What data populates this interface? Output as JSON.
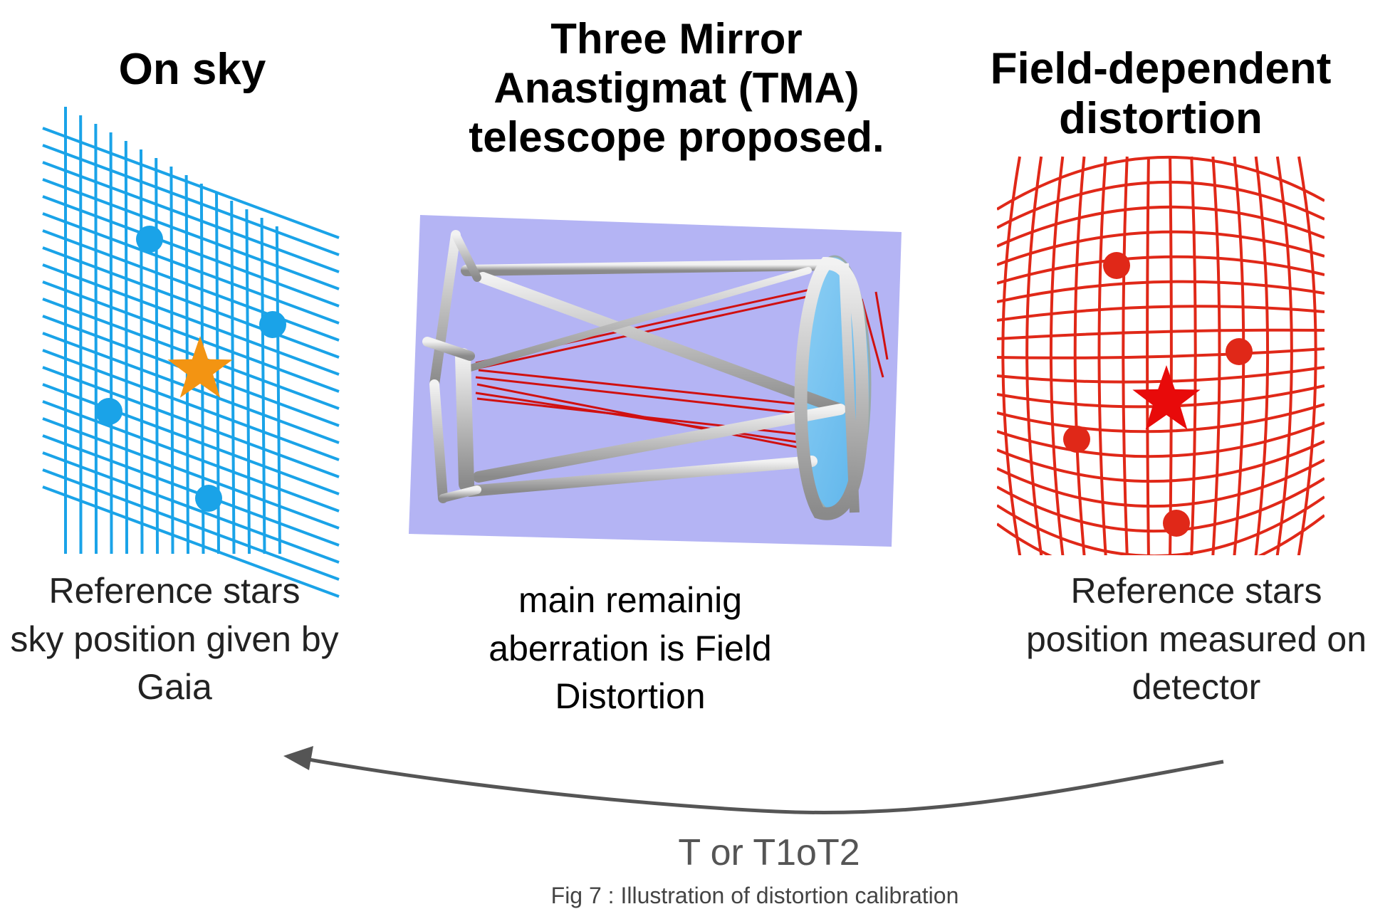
{
  "panels": {
    "on_sky": {
      "title": "On sky",
      "caption": [
        "Reference stars",
        "sky position given by",
        "Gaia"
      ],
      "grid_color": "#1aa3e8",
      "star_color": "#f39412",
      "dot_color": "#1aa3e8"
    },
    "tma": {
      "title": [
        "Three Mirror",
        "Anastigmat (TMA)",
        "telescope proposed."
      ],
      "caption": [
        "main remainig",
        "aberration is Field",
        "Distortion"
      ],
      "background_color": "#b4b4f4",
      "ray_color": "#d01010"
    },
    "distortion": {
      "title": [
        "Field-dependent",
        "distortion"
      ],
      "caption": [
        "Reference stars",
        "position measured on",
        "detector"
      ],
      "grid_color": "#e02818",
      "star_color": "#e80a0a",
      "dot_color": "#e02818"
    }
  },
  "relation_label": "T or T1oT2",
  "figure_caption": "Fig 7 : Illustration of distortion calibration",
  "arrow_color": "#555555"
}
